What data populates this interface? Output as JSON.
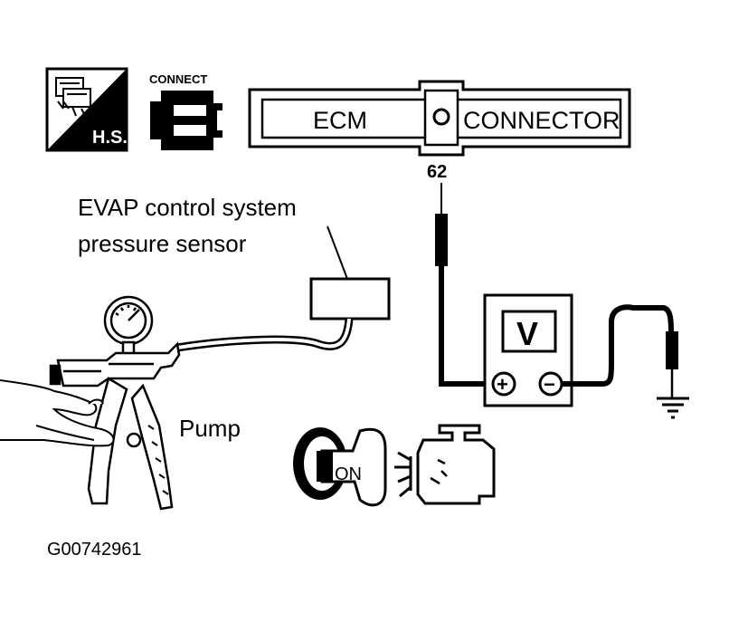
{
  "icons": {
    "hs_label": "H.S.",
    "connect_label": "CONNECT"
  },
  "ecm_connector": {
    "left_label": "ECM",
    "right_label": "CONNECTOR",
    "pin_number": "62"
  },
  "sensor_label": {
    "line1": "EVAP control system",
    "line2": "pressure sensor"
  },
  "pump_label": "Pump",
  "voltmeter": {
    "display": "V",
    "plus": "+",
    "minus": "−"
  },
  "ignition_key_label": "ON",
  "figure_code": "G00742961"
}
